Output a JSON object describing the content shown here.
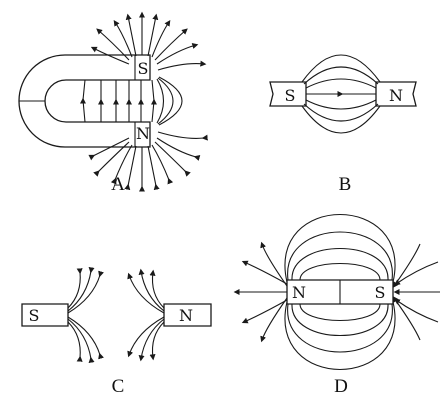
{
  "diagrams": [
    {
      "caption": "A",
      "pole_left": "S",
      "pole_right": "N"
    },
    {
      "caption": "B",
      "pole_left": "S",
      "pole_right": "N"
    },
    {
      "caption": "C",
      "pole_left": "S",
      "pole_right": "N"
    },
    {
      "caption": "D",
      "pole_left": "N",
      "pole_right": "S"
    }
  ]
}
